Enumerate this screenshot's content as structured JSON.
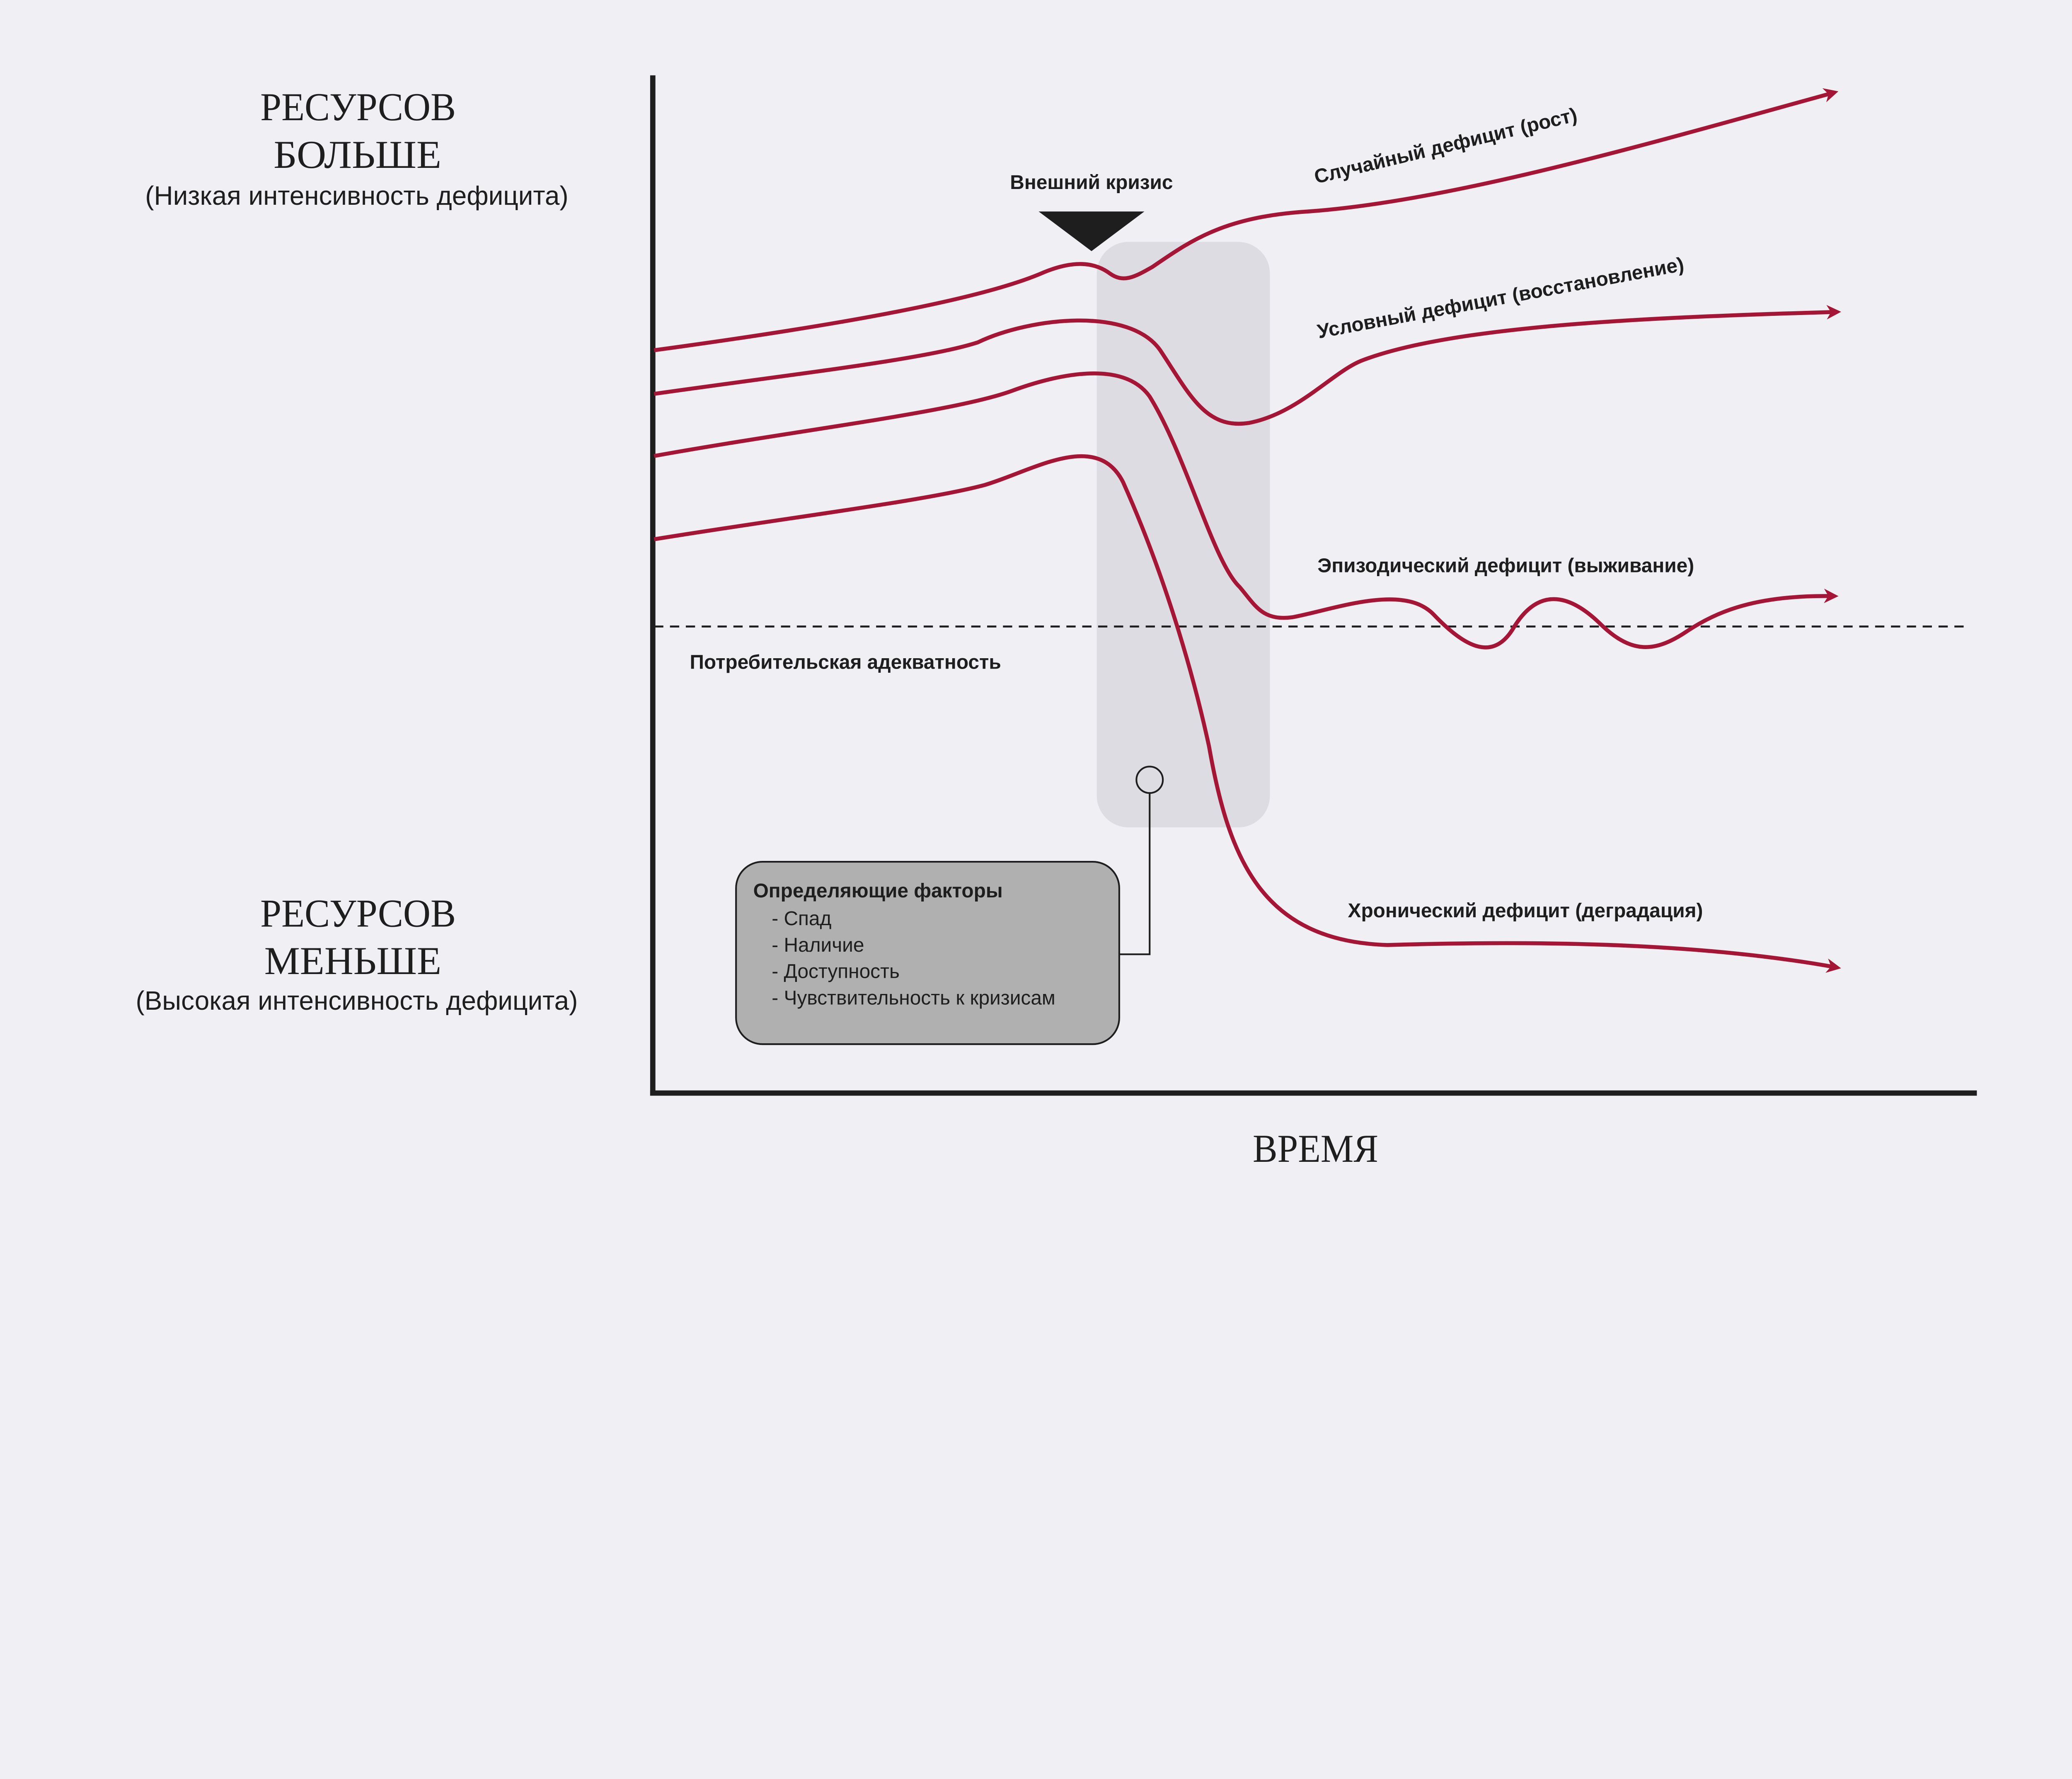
{
  "y_axis": {
    "top": {
      "line1": "РЕСУРСОВ",
      "line2": "БОЛЬШЕ",
      "note": "(Низкая интенсивность дефицита)"
    },
    "bottom": {
      "line1": "РЕСУРСОВ",
      "line2": "МЕНЬШЕ",
      "note": "(Высокая интенсивность дефицита)"
    }
  },
  "x_axis": {
    "label": "ВРЕМЯ"
  },
  "crisis_label": "Внешний кризис",
  "threshold_label": "Потребительская адекватность",
  "curves": [
    {
      "label": "Случайный дефицит (рост)"
    },
    {
      "label": "Условный дефицит (восстановление)"
    },
    {
      "label": "Эпизодический дефицит (выживание)"
    },
    {
      "label": "Хронический дефицит (деградация)"
    }
  ],
  "factors": {
    "title": "Определяющие факторы",
    "items": [
      "- Спад",
      "- Наличие",
      "- Доступность",
      "- Чувствительность к кризисам"
    ]
  },
  "colors": {
    "background": "#efeff4",
    "curve": "#a51535",
    "axis": "#1e1e1e",
    "crisis_zone": "#dcdce2",
    "factors_box": "#b0b0b0"
  }
}
